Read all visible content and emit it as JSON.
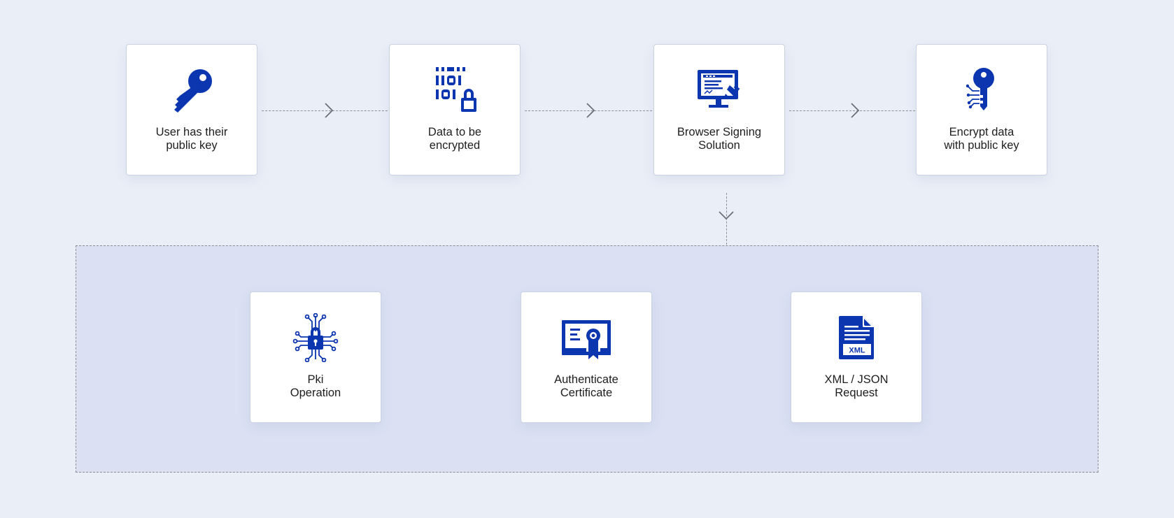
{
  "colors": {
    "background": "#eaeef7",
    "group_fill": "#dbe1f3",
    "icon": "#0c36b0",
    "connector": "#8c8f98"
  },
  "flow": {
    "steps": [
      {
        "label": "User has their\npublic key",
        "icon": "key-icon"
      },
      {
        "label": "Data to be\nencrypted",
        "icon": "binary-lock-icon"
      },
      {
        "label": "Browser Signing\nSolution",
        "icon": "monitor-signing-icon"
      },
      {
        "label": "Encrypt data\nwith public key",
        "icon": "circuit-key-icon"
      }
    ]
  },
  "group": {
    "items": [
      {
        "label": "Pki\nOperation",
        "icon": "circuit-lock-icon"
      },
      {
        "label": "Authenticate\nCertificate",
        "icon": "certificate-icon"
      },
      {
        "label": "XML / JSON\nRequest",
        "icon": "xml-file-icon"
      }
    ]
  }
}
